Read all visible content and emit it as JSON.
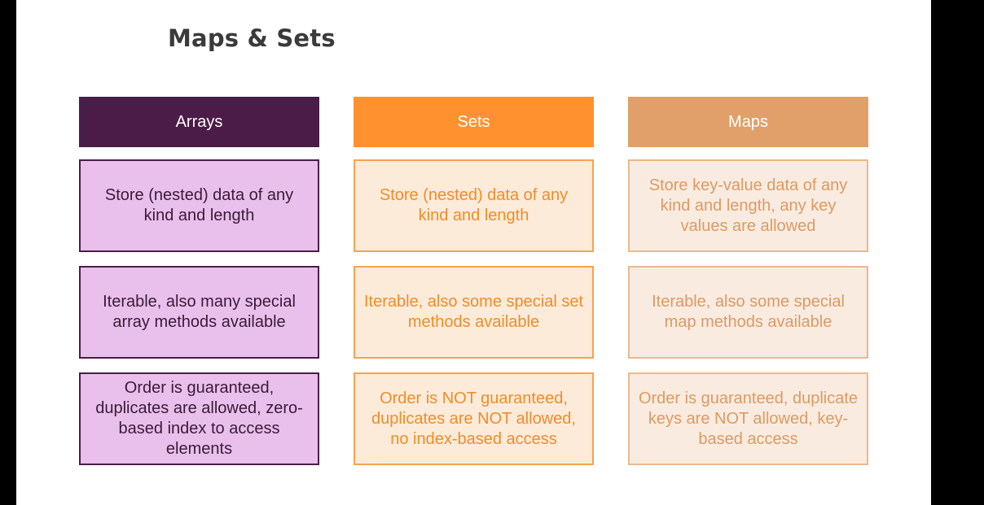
{
  "title": "Maps & Sets",
  "columns": [
    {
      "header": "Arrays",
      "rows": [
        "Store (nested) data of any kind and length",
        "Iterable, also many special array methods available",
        "Order is guaranteed, duplicates are allowed, zero-based index to access elements"
      ]
    },
    {
      "header": "Sets",
      "rows": [
        "Store (nested) data of any kind and length",
        "Iterable, also some special set methods available",
        "Order is NOT guaranteed, duplicates are NOT allowed, no index-based access"
      ]
    },
    {
      "header": "Maps",
      "rows": [
        "Store key-value data of any kind and length, any key values are allowed",
        "Iterable, also some special map methods available",
        "Order is guaranteed, duplicate keys are NOT allowed, key-based access"
      ]
    }
  ],
  "colors": {
    "arrays_header": "#4b1c47",
    "arrays_cell": "#e9c0ec",
    "sets_header": "#ff922e",
    "sets_cell": "#fdebda",
    "maps_header": "#e1a069",
    "maps_cell": "#faebe0"
  }
}
